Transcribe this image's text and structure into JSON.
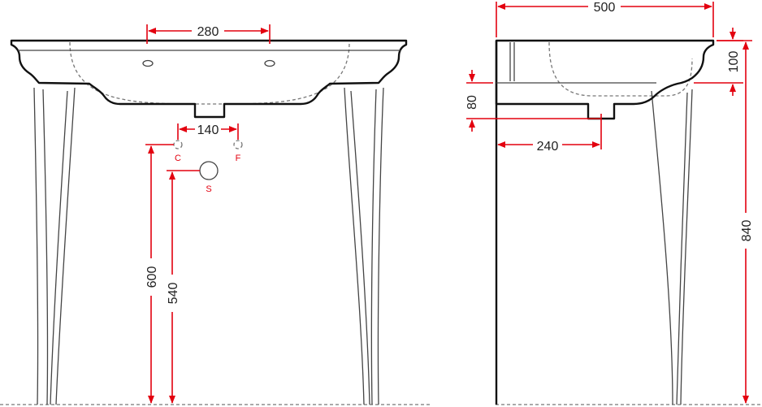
{
  "front_view": {
    "dims": {
      "tap_spacing": "280",
      "valve_spacing": "140",
      "valve_height": "600",
      "waste_height": "540"
    },
    "labels": {
      "cold": "C",
      "hot": "F",
      "waste": "S"
    }
  },
  "side_view": {
    "dims": {
      "depth": "500",
      "basin_height": "100",
      "apron": "80",
      "waste_offset": "240",
      "rim_height": "840"
    }
  },
  "colors": {
    "dimension": "#e3000f",
    "outline": "#111111",
    "hidden": "#777777"
  }
}
